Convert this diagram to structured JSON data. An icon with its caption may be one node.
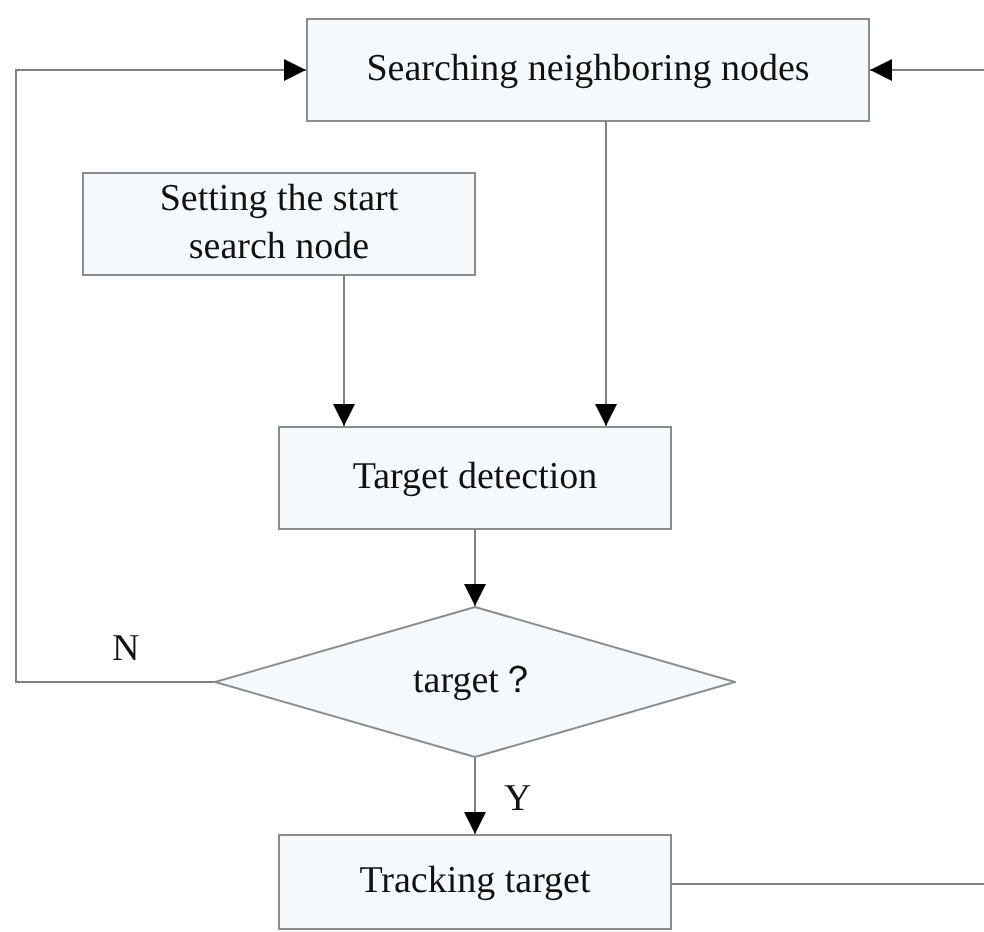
{
  "diagram": {
    "nodes": [
      {
        "text": [
          "Searching neighboring nodes"
        ]
      },
      {
        "text": [
          "Setting the start search node"
        ]
      },
      {
        "text": [
          "Target detection"
        ]
      },
      {
        "text": [
          "target？"
        ]
      },
      {
        "text": [
          "Tracking target"
        ]
      }
    ],
    "edges": [
      {
        "from": 0,
        "to": 2,
        "arrow": "to"
      },
      {
        "from": 1,
        "to": 2,
        "arrow": "to"
      },
      {
        "from": 2,
        "to": 3,
        "arrow": "to"
      },
      {
        "from": 3,
        "to": 0,
        "arrow": "to",
        "label": "N"
      },
      {
        "from": 3,
        "to": 4,
        "arrow": "to",
        "label": "Y"
      },
      {
        "from": 4,
        "to": null,
        "arrow": "none"
      },
      {
        "from": null,
        "to": 0,
        "arrow": "to"
      }
    ]
  }
}
